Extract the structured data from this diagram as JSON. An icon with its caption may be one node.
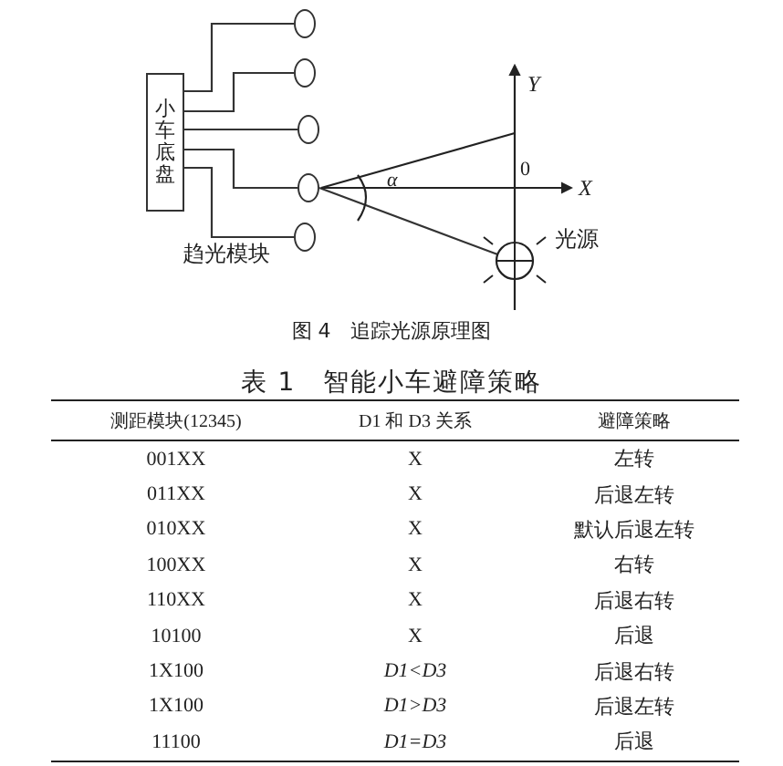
{
  "diagram": {
    "caption": "图 4　追踪光源原理图",
    "nodes": [
      {
        "text": [
          "小车底盘"
        ]
      },
      {
        "text": [],
        "shape": "circle"
      },
      {
        "text": [],
        "shape": "circle"
      },
      {
        "text": [],
        "shape": "circle"
      },
      {
        "text": [],
        "shape": "circle"
      },
      {
        "text": [],
        "shape": "circle"
      },
      {
        "text": [],
        "shape": "circle",
        "beside": [
          "光源"
        ]
      }
    ],
    "edges": [
      {
        "from": 0,
        "to": 1,
        "arrow": "none"
      },
      {
        "from": 0,
        "to": 2,
        "arrow": "none"
      },
      {
        "from": 0,
        "to": 3,
        "arrow": "none"
      },
      {
        "from": 0,
        "to": 4,
        "arrow": "none"
      },
      {
        "from": 0,
        "to": 5,
        "arrow": "none"
      },
      {
        "from": 4,
        "to": 6,
        "arrow": "none"
      }
    ],
    "labels": [
      "趋光模块",
      "Y",
      "0",
      "α",
      "X",
      "表 1　智能小车避障策略",
      "测距模块(12345)",
      "D1 和 D3 关系",
      "避障策略",
      "001XX",
      "X",
      "左转",
      "011XX",
      "X",
      "后退左转",
      "010XX",
      "X",
      "默认后退左转",
      "100XX",
      "X",
      "右转",
      "110XX",
      "X",
      "后退右转",
      "10100",
      "X",
      "后退",
      "1X100",
      "D1<D3",
      "后退右转",
      "1X100",
      "D1>D3",
      "后退左转",
      "11100",
      "D1=D3",
      "后退"
    ]
  }
}
